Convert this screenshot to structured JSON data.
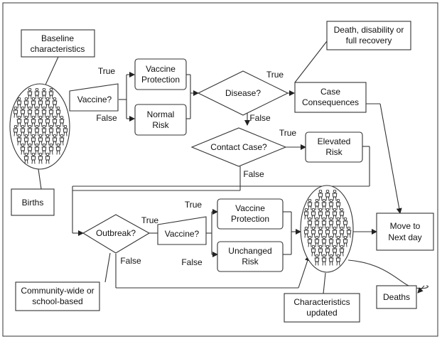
{
  "nodes": {
    "baseline": [
      "Baseline",
      "characteristics"
    ],
    "births": "Births",
    "vaccine_top": "Vaccine?",
    "vaccine_protection_top": [
      "Vaccine",
      "Protection"
    ],
    "normal_risk": [
      "Normal",
      "Risk"
    ],
    "disease": "Disease?",
    "death_outcome": [
      "Death, disability or",
      "full recovery"
    ],
    "case_consequences": [
      "Case",
      "Consequences"
    ],
    "contact_case": "Contact Case?",
    "elevated_risk": [
      "Elevated",
      "Risk"
    ],
    "outbreak": "Outbreak?",
    "vaccine_bottom": "Vaccine?",
    "vaccine_protection_bottom": [
      "Vaccine",
      "Protection"
    ],
    "unchanged_risk": [
      "Unchanged",
      "Risk"
    ],
    "move_next_day": [
      "Move to",
      "Next day"
    ],
    "community": [
      "Community-wide or",
      "school-based"
    ],
    "characteristics_updated": [
      "Characteristics",
      "updated"
    ],
    "deaths": "Deaths"
  },
  "edges": {
    "true": "True",
    "false": "False"
  },
  "colors": {
    "stroke": "#333333",
    "text": "#111111",
    "background": "#ffffff"
  }
}
